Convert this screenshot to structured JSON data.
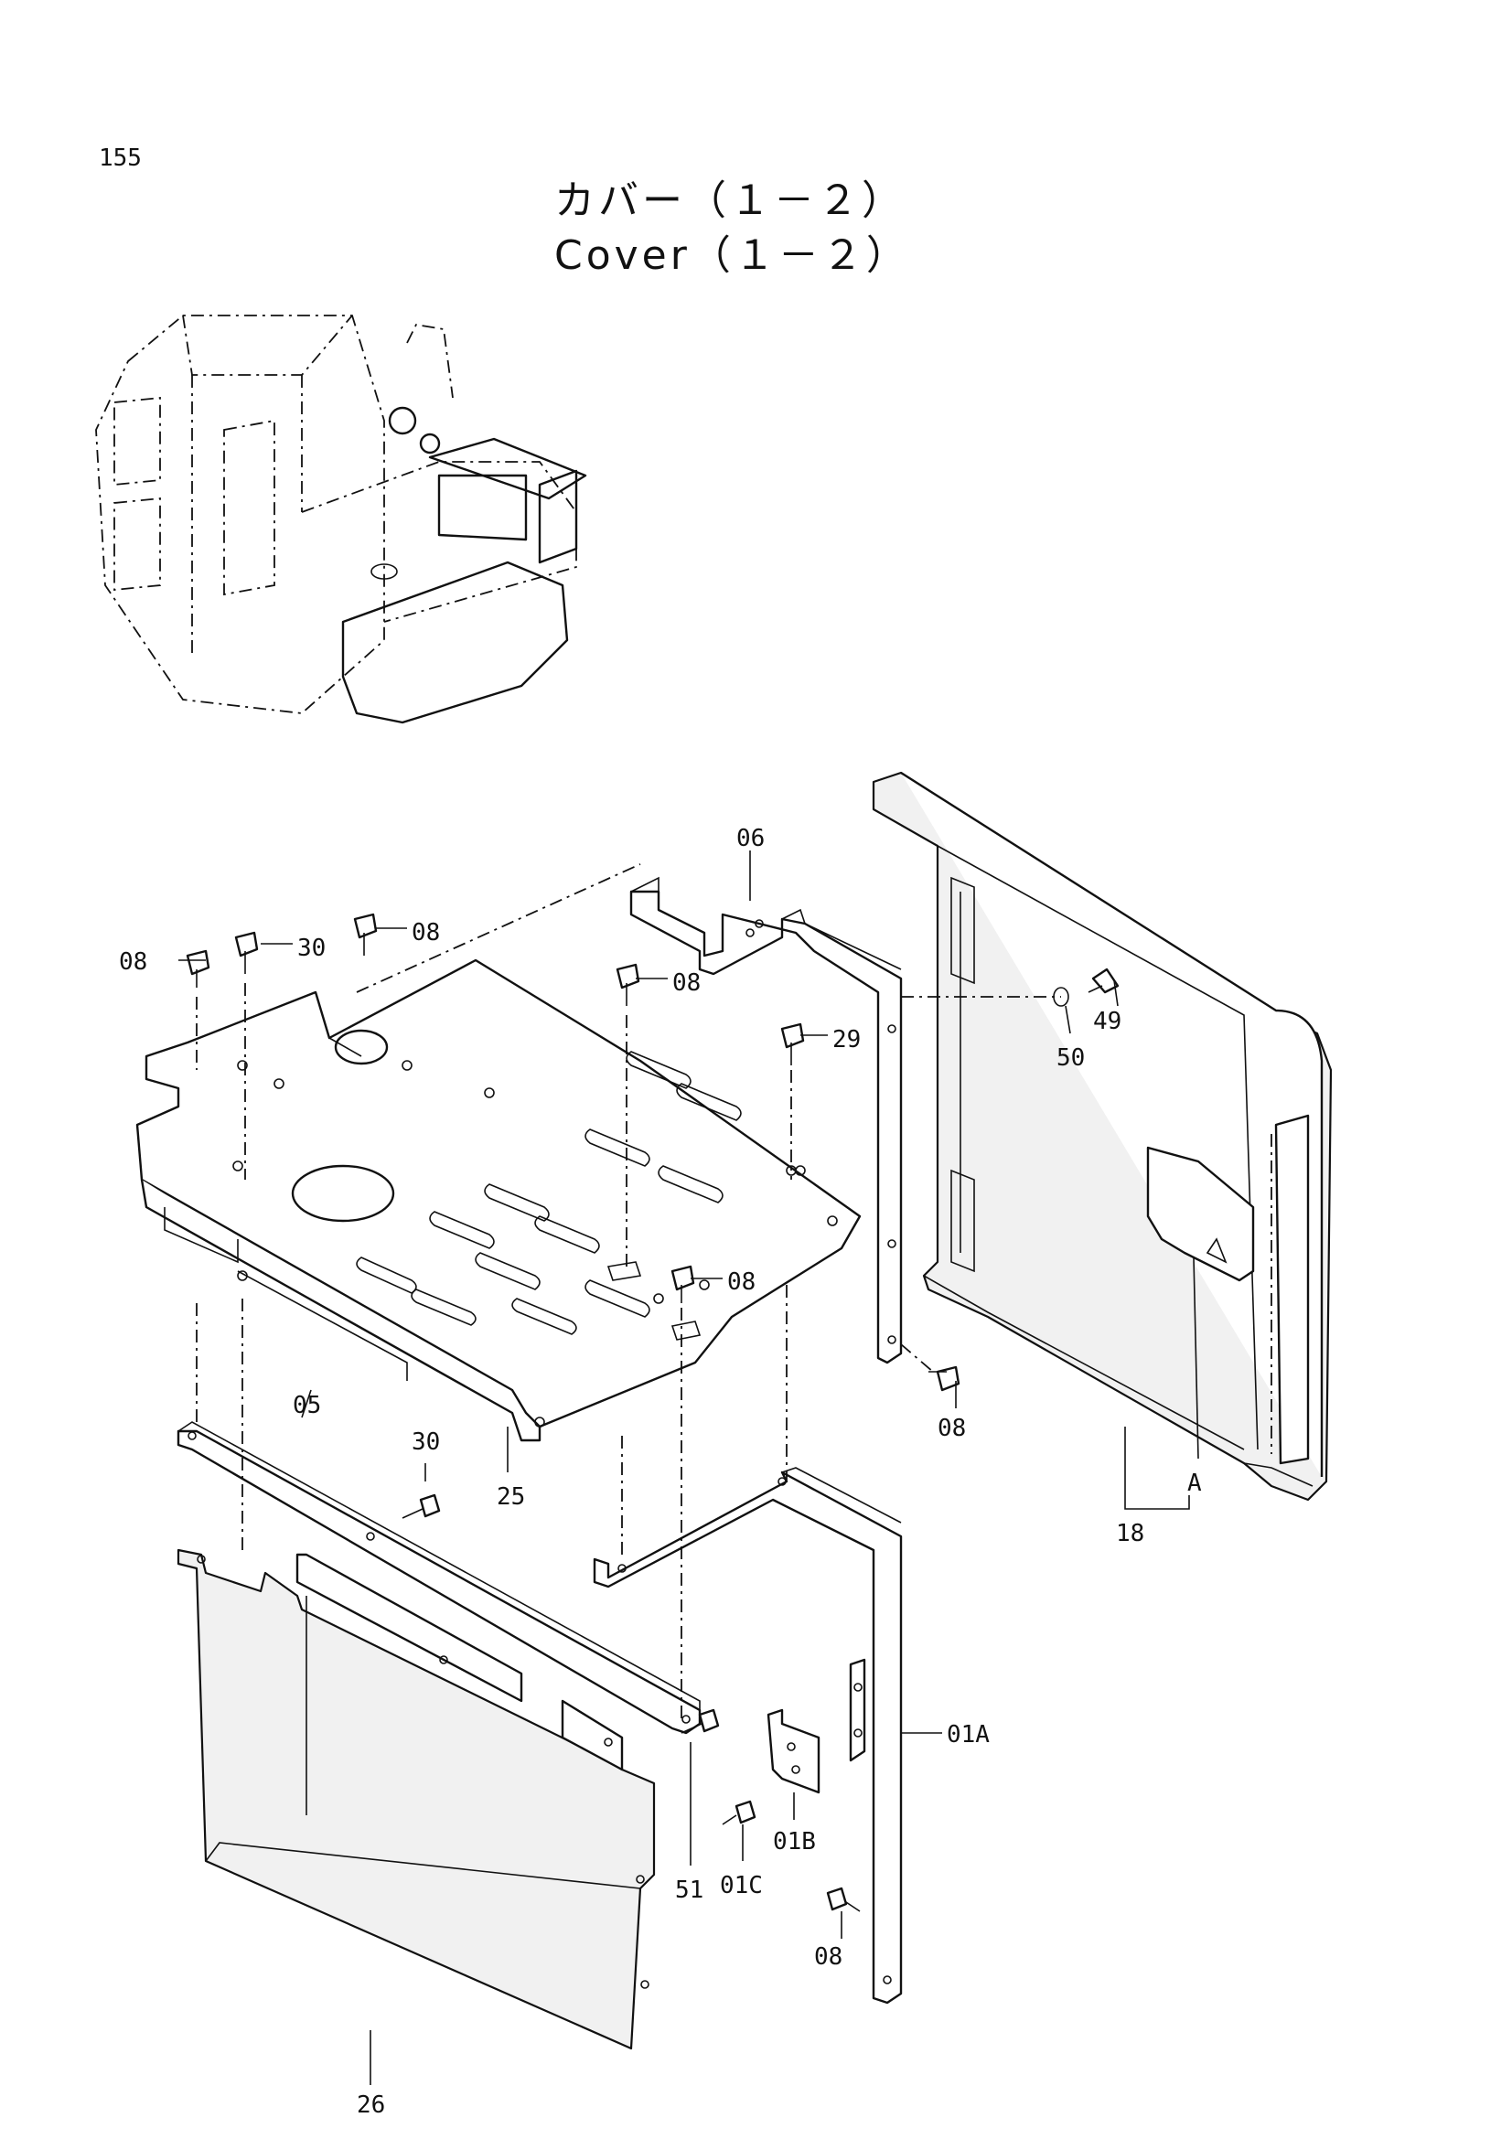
{
  "page": {
    "number": "155"
  },
  "title": {
    "japanese": "カバー（１－２）",
    "english": "Cover（１－２）"
  },
  "callouts": [
    {
      "id": "c1",
      "label": "06"
    },
    {
      "id": "c2",
      "label": "08"
    },
    {
      "id": "c3",
      "label": "30"
    },
    {
      "id": "c4",
      "label": "08"
    },
    {
      "id": "c5",
      "label": "08"
    },
    {
      "id": "c6",
      "label": "49"
    },
    {
      "id": "c7",
      "label": "50"
    },
    {
      "id": "c8",
      "label": "29"
    },
    {
      "id": "c9",
      "label": "08"
    },
    {
      "id": "c10",
      "label": "08"
    },
    {
      "id": "c11",
      "label": "A"
    },
    {
      "id": "c12",
      "label": "18"
    },
    {
      "id": "c13",
      "label": "05"
    },
    {
      "id": "c14",
      "label": "30"
    },
    {
      "id": "c15",
      "label": "25"
    },
    {
      "id": "c16",
      "label": "01A"
    },
    {
      "id": "c17",
      "label": "01B"
    },
    {
      "id": "c18",
      "label": "01C"
    },
    {
      "id": "c19",
      "label": "51"
    },
    {
      "id": "c20",
      "label": "08"
    },
    {
      "id": "c21",
      "label": "26"
    }
  ]
}
